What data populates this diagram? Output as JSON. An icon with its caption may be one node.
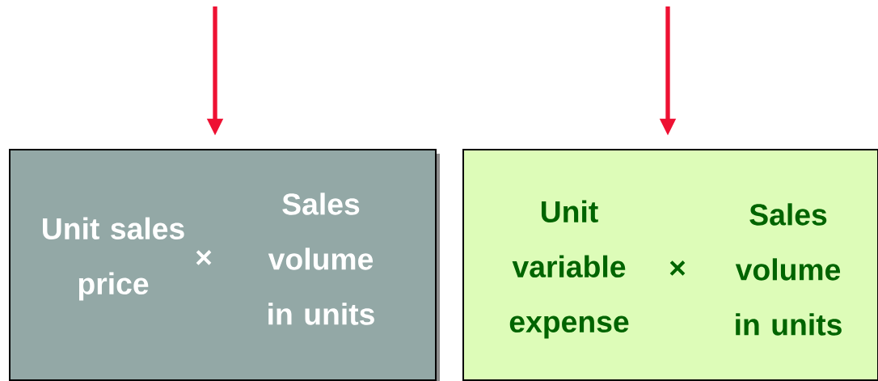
{
  "diagram": {
    "nodes": [
      {
        "text": [
          "Unit sales price",
          "×",
          "Sales volume in units"
        ]
      },
      {
        "text": [
          "Unit variable expense",
          "×",
          "Sales volume in units"
        ]
      }
    ],
    "edges": [
      {
        "from": null,
        "to": 0,
        "arrow": "to"
      },
      {
        "from": null,
        "to": 1,
        "arrow": "to"
      }
    ]
  }
}
